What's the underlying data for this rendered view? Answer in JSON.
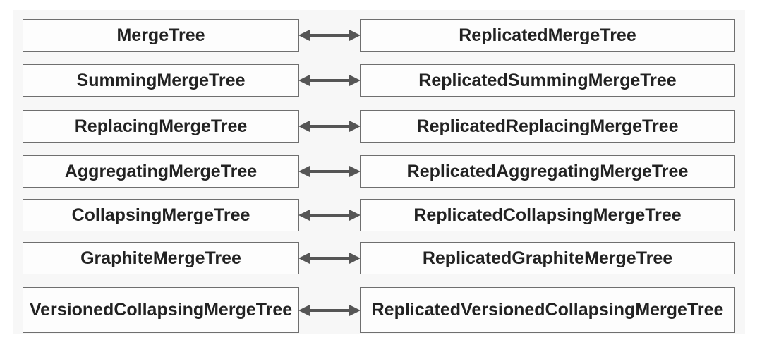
{
  "diagram": {
    "rows": [
      {
        "left": "MergeTree",
        "right": "ReplicatedMergeTree"
      },
      {
        "left": "SummingMergeTree",
        "right": "ReplicatedSummingMergeTree"
      },
      {
        "left": "ReplacingMergeTree",
        "right": "ReplicatedReplacingMergeTree"
      },
      {
        "left": "AggregatingMergeTree",
        "right": "ReplicatedAggregatingMergeTree"
      },
      {
        "left": "CollapsingMergeTree",
        "right": "ReplicatedCollapsingMergeTree"
      },
      {
        "left": "GraphiteMergeTree",
        "right": "ReplicatedGraphiteMergeTree"
      },
      {
        "left": "VersionedCollapsingMergeTree",
        "right": "ReplicatedVersionedCollapsingMergeTree"
      }
    ],
    "connector_icon": "bidirectional-arrow-icon",
    "colors": {
      "border": "#6f6f6f",
      "text": "#222222",
      "arrow": "#555555",
      "panel": "#f7f7f7"
    }
  }
}
